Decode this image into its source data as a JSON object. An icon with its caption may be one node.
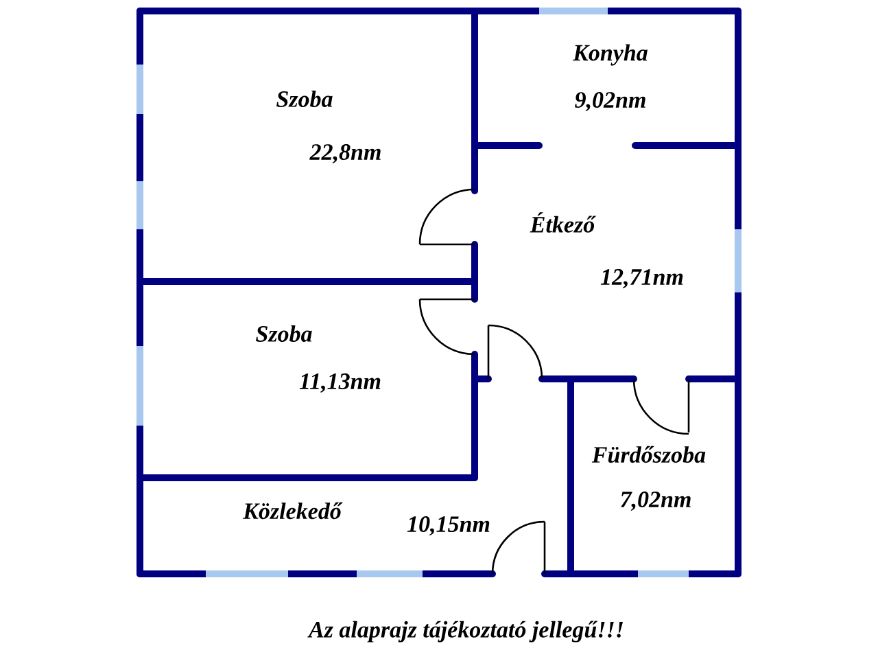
{
  "diagram": {
    "caption": "Az alaprajz tájékoztató jellegű!!!",
    "nodes": [
      {
        "text": [
          "Szoba",
          "22,8nm"
        ]
      },
      {
        "text": [
          "Konyha",
          "9,02nm"
        ]
      },
      {
        "text": [
          "Étkező",
          "12,71nm"
        ]
      },
      {
        "text": [
          "Szoba",
          "11,13nm"
        ]
      },
      {
        "text": [
          "Fürdőszoba",
          "7,02nm"
        ]
      },
      {
        "text": [
          "Közlekedő",
          "10,15nm"
        ]
      }
    ]
  }
}
